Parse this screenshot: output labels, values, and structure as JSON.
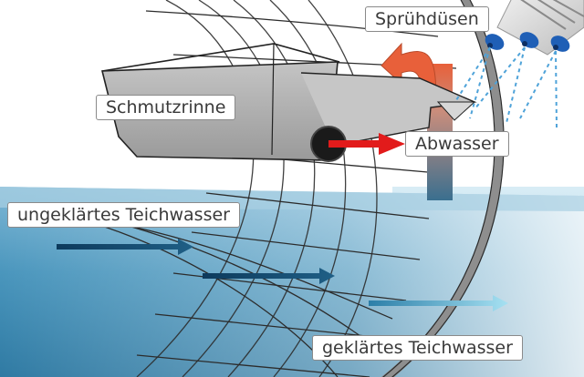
{
  "labels": {
    "spray_nozzles": "Sprühdüsen",
    "dirt_trough": "Schmutzrinne",
    "wastewater": "Abwasser",
    "untreated_water": "ungeklärtes Teichwasser",
    "treated_water": "geklärtes Teichwasser"
  },
  "colors": {
    "water_top": "#cfe6f1",
    "water_deep": "#3f8eb4",
    "screen_drum": "#8e8e8e",
    "trough_fill": "#b4b4b4",
    "flow_arrow_dark": "#113f60",
    "flow_arrow_light": "#7fd0ea",
    "waste_arrow": "#e21b1b",
    "recirc_arrow": "#e8603a"
  },
  "icons": [
    "spray-nozzle-icon",
    "flow-arrow-icon"
  ]
}
